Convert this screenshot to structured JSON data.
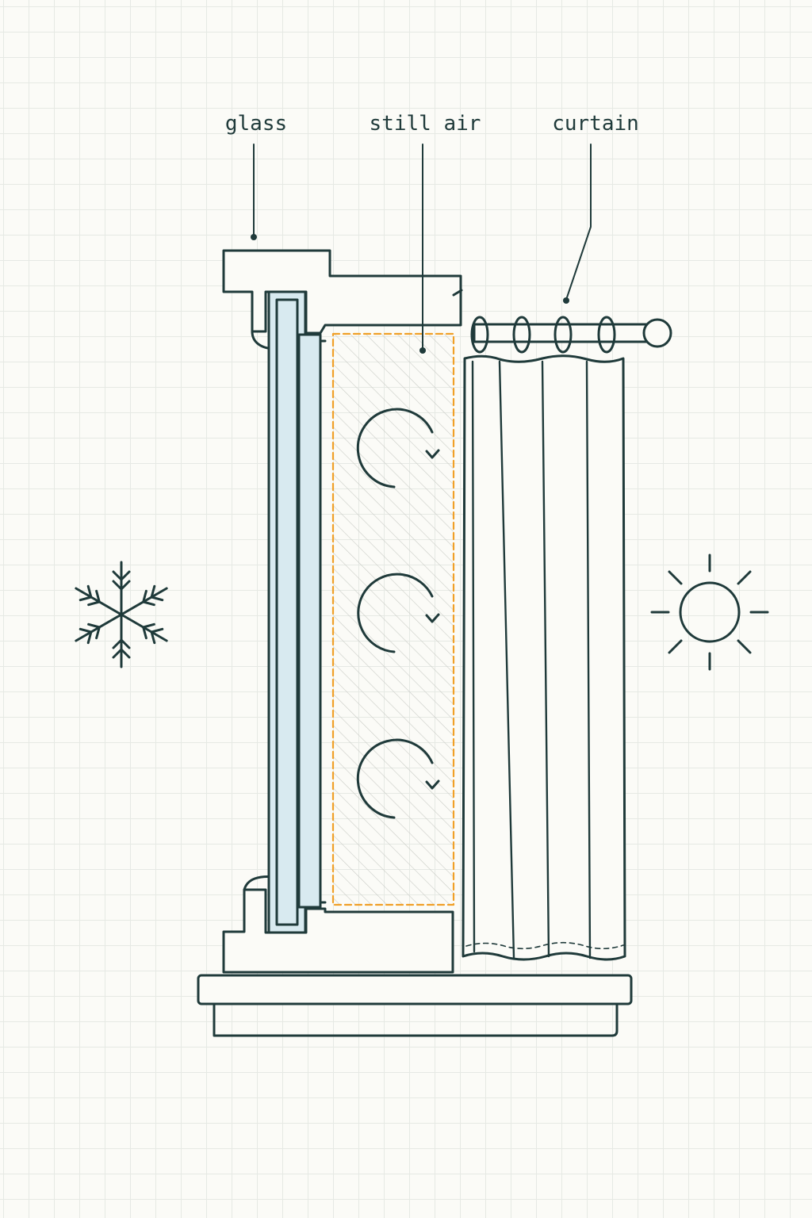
{
  "labels": {
    "glass": "glass",
    "still_air": "still air",
    "curtain": "curtain"
  },
  "icons": {
    "outside": "snowflake-icon",
    "inside": "sun-icon"
  },
  "colors": {
    "stroke": "#1f3a3a",
    "glass_fill": "#d8eaf0",
    "air_border": "#f0a028",
    "air_hatch": "#c9ccc6",
    "background": "#fbfbf7"
  }
}
